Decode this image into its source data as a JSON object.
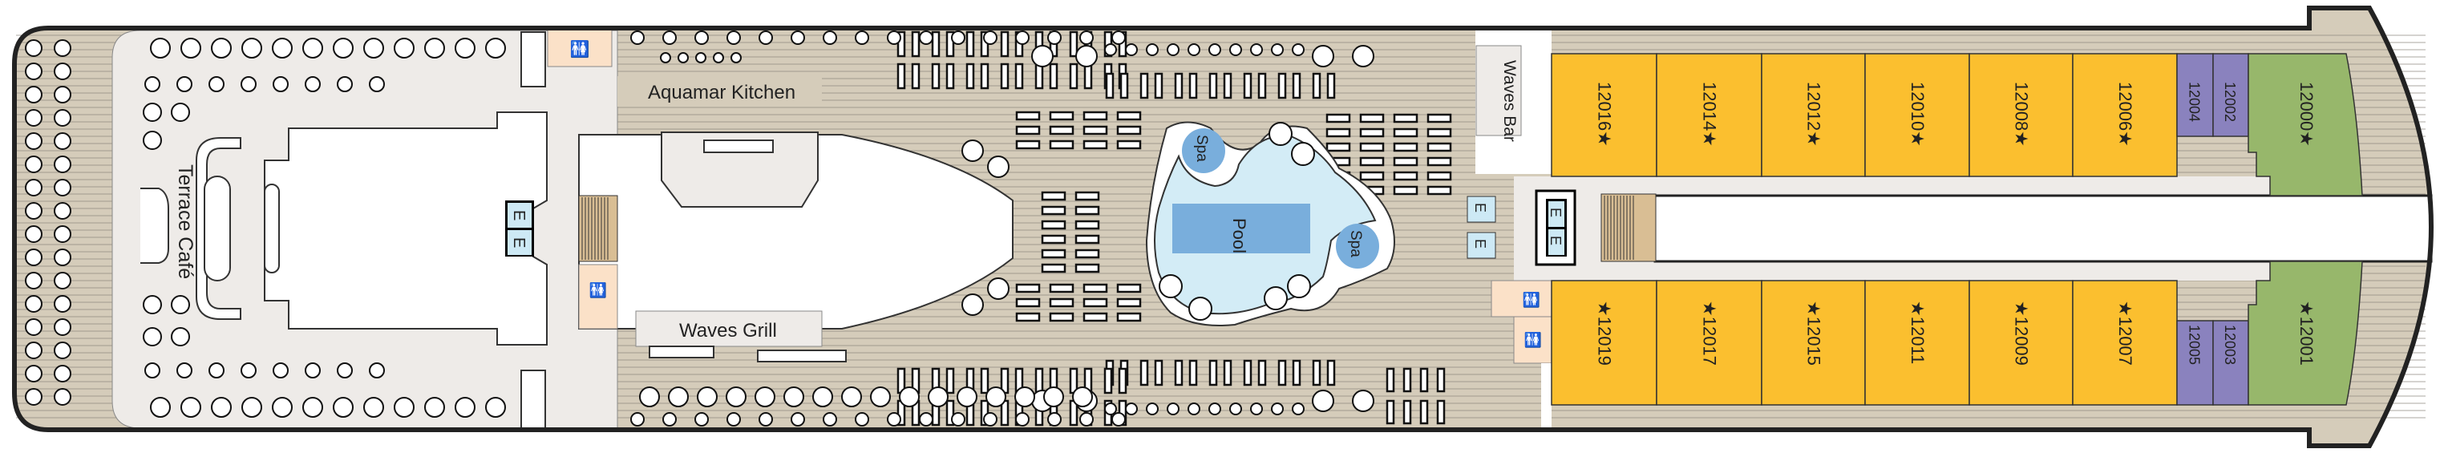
{
  "venues": {
    "terrace_cafe": "Terrace Café",
    "aquamar_kitchen": "Aquamar Kitchen",
    "waves_grill": "Waves Grill",
    "waves_bar": "Waves Bar",
    "pool": "Pool",
    "spa_1": "Spa",
    "spa_2": "Spa"
  },
  "elevators": {
    "label": "E"
  },
  "cabins": {
    "upper": [
      {
        "number": "12016★",
        "category": "standard"
      },
      {
        "number": "12014★",
        "category": "standard"
      },
      {
        "number": "12012★",
        "category": "standard"
      },
      {
        "number": "12010★",
        "category": "standard"
      },
      {
        "number": "12008★",
        "category": "standard"
      },
      {
        "number": "12006★",
        "category": "standard"
      },
      {
        "number": "12004",
        "category": "inside"
      },
      {
        "number": "12002",
        "category": "inside"
      },
      {
        "number": "12000★",
        "category": "suite"
      }
    ],
    "lower": [
      {
        "number": "★12019",
        "category": "standard"
      },
      {
        "number": "★12017",
        "category": "standard"
      },
      {
        "number": "★12015",
        "category": "standard"
      },
      {
        "number": "★12011",
        "category": "standard"
      },
      {
        "number": "★12009",
        "category": "standard"
      },
      {
        "number": "★12007",
        "category": "standard"
      },
      {
        "number": "12005",
        "category": "inside"
      },
      {
        "number": "12003",
        "category": "inside"
      },
      {
        "number": "★12001",
        "category": "suite"
      }
    ]
  },
  "colors": {
    "standard": "#FBBF2F",
    "inside": "#8A82BE",
    "suite": "#97B76B",
    "deck_wood": "#D5CCBA",
    "interior": "#EEEBE8",
    "pool_water": "#D3ECF6",
    "pool_basin": "#79AEDC",
    "restroom": "#FBE1C8",
    "elevator": "#CDE9F5"
  }
}
